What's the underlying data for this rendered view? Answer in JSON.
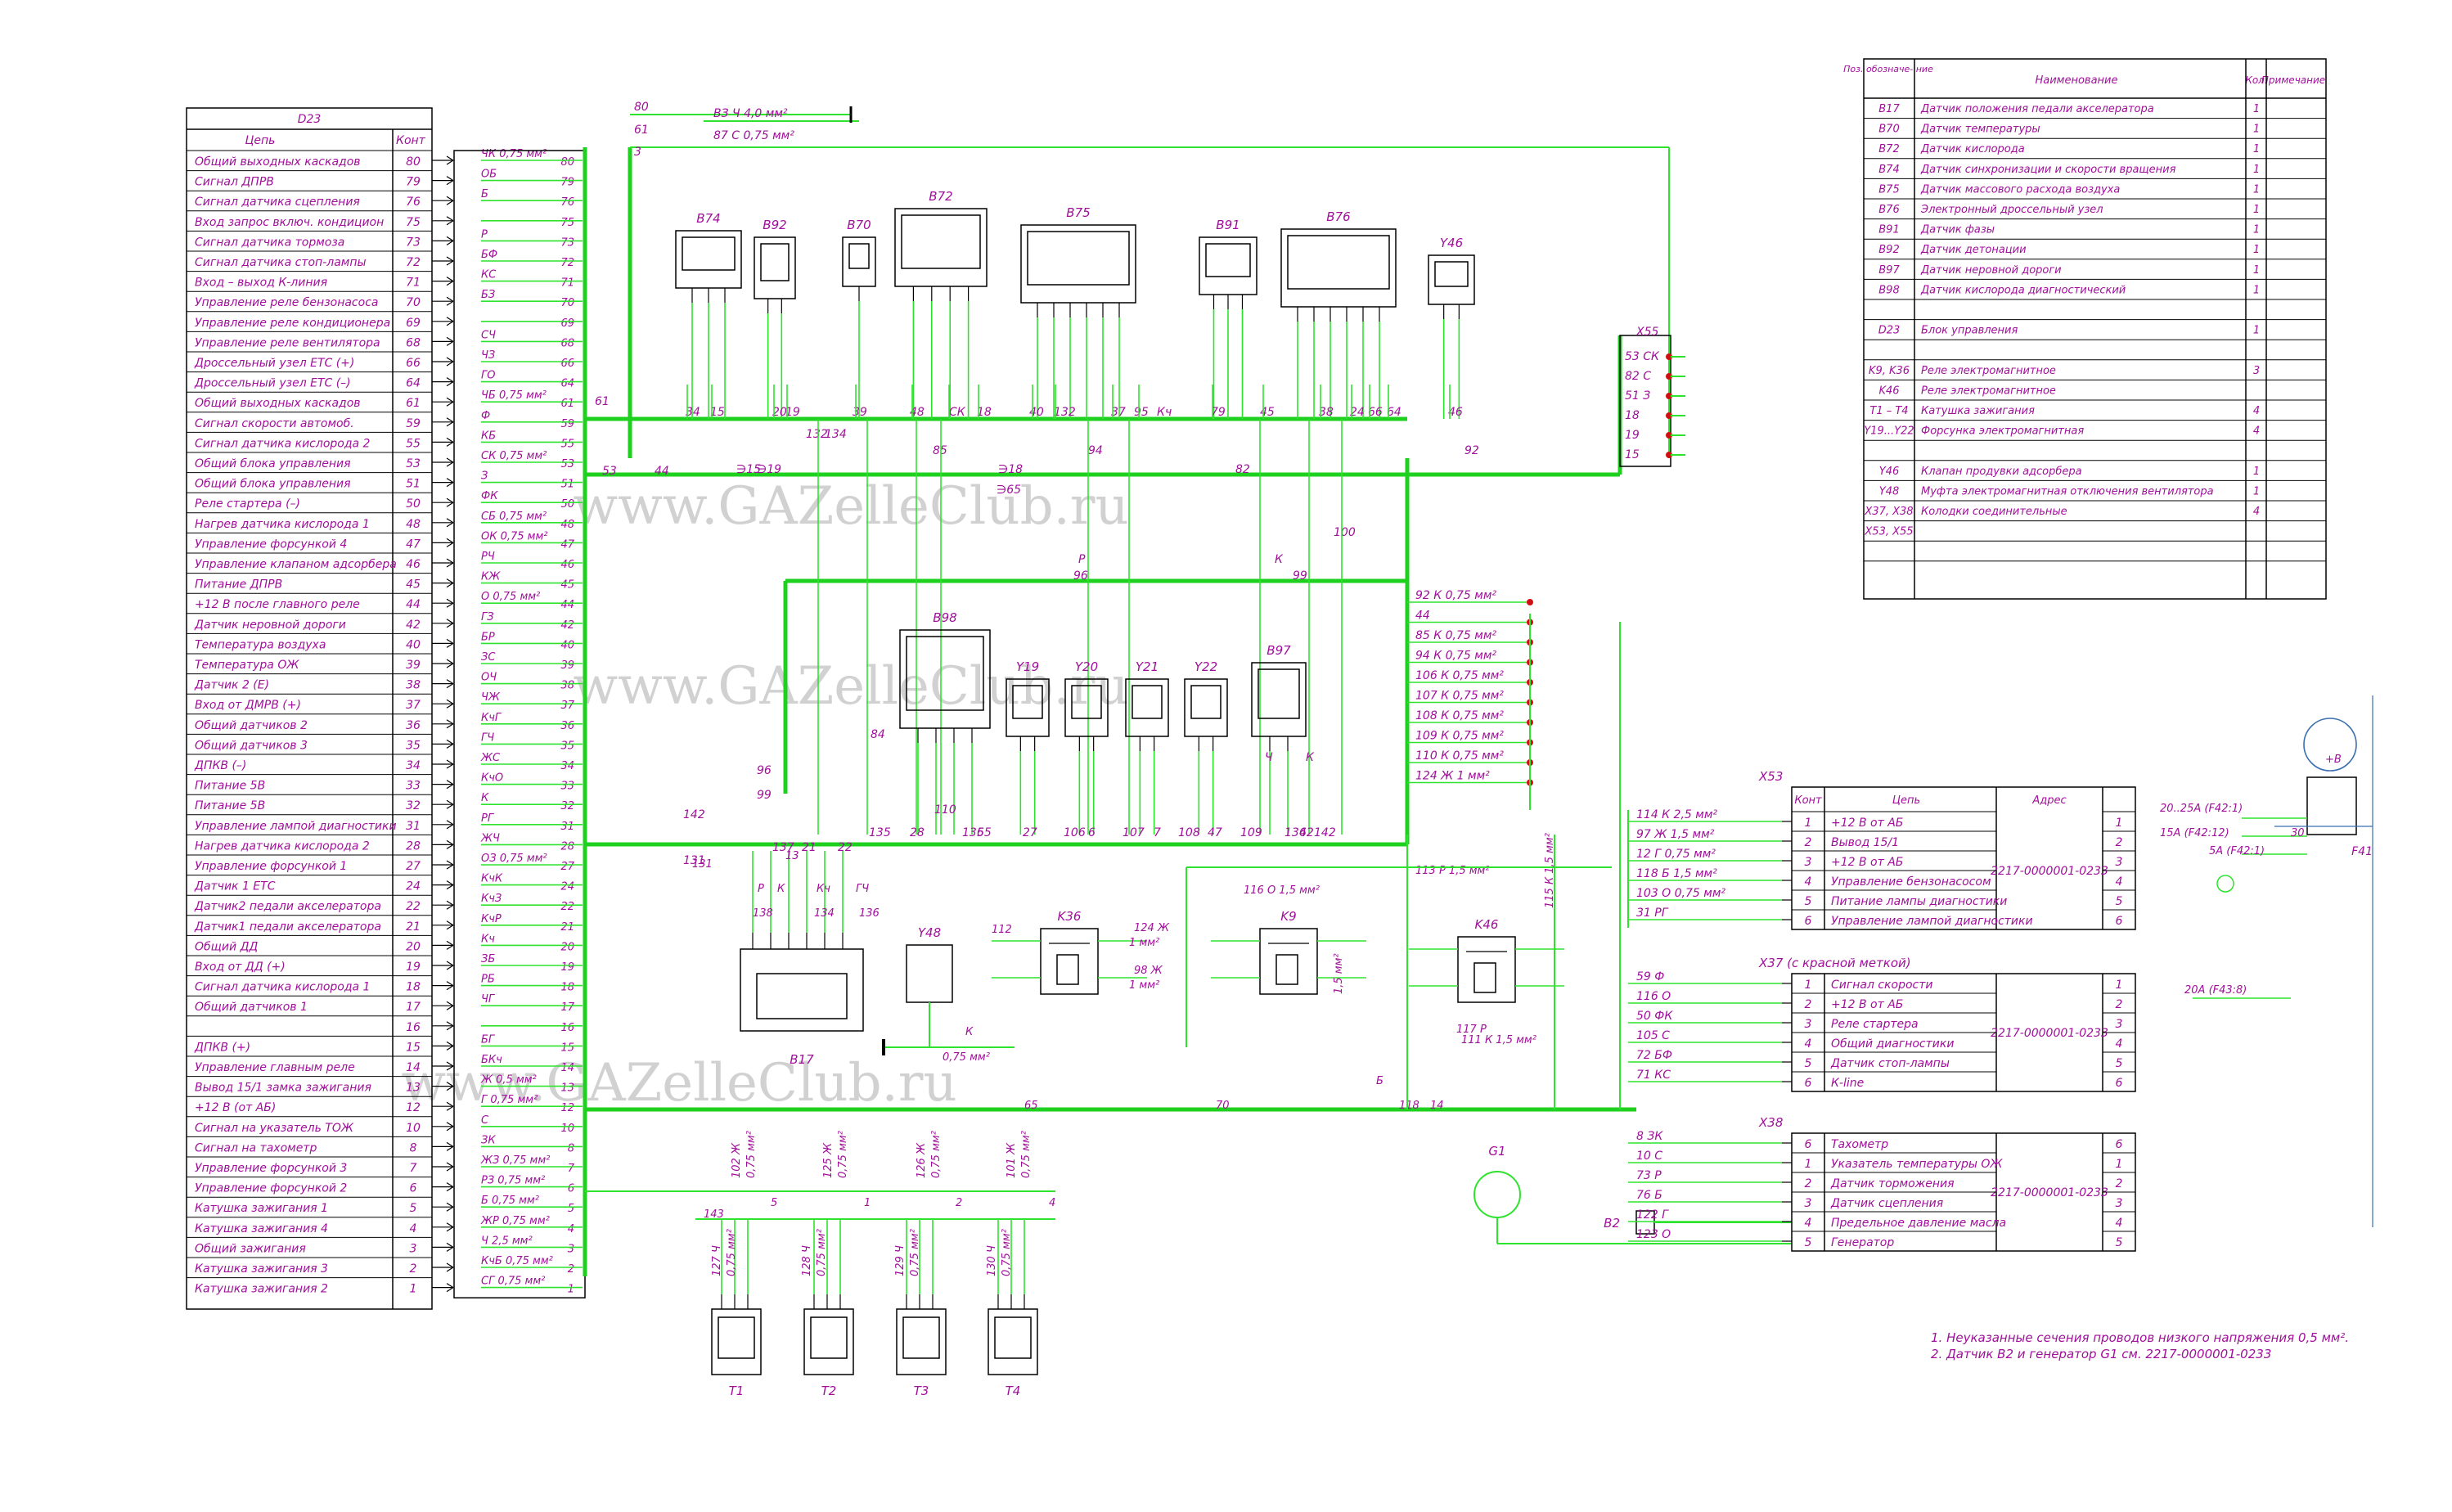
{
  "watermark": "www.GAZelleClub.ru",
  "colors": {
    "wire": "#2ee32e",
    "thick": "#1fd11f",
    "text": "#a0109a",
    "line": "#000000",
    "red": "#d01010"
  },
  "d23": {
    "title": "D23",
    "col_circuit": "Цепь",
    "col_contact": "Конт",
    "rows": [
      {
        "c": "Общий выходных каскадов",
        "k": "80",
        "w": "ЧК 0,75 мм²"
      },
      {
        "c": "Сигнал ДПРВ",
        "k": "79",
        "w": "ОБ"
      },
      {
        "c": "Сигнал датчика сцепления",
        "k": "76",
        "w": "Б"
      },
      {
        "c": "Вход запрос включ. кондицион",
        "k": "75",
        "w": ""
      },
      {
        "c": "Сигнал датчика тормоза",
        "k": "73",
        "w": "Р"
      },
      {
        "c": "Сигнал датчика стоп-лампы",
        "k": "72",
        "w": "БФ"
      },
      {
        "c": "Вход – выход К-линия",
        "k": "71",
        "w": "КС"
      },
      {
        "c": "Управление реле бензонасоса",
        "k": "70",
        "w": "БЗ"
      },
      {
        "c": "Управление реле кондиционера",
        "k": "69",
        "w": ""
      },
      {
        "c": "Управление реле вентилятора",
        "k": "68",
        "w": "СЧ"
      },
      {
        "c": "Дроссельный узел ЕТС (+)",
        "k": "66",
        "w": "ЧЗ"
      },
      {
        "c": "Дроссельный узел ЕТС (–)",
        "k": "64",
        "w": "ГО"
      },
      {
        "c": "Общий выходных каскадов",
        "k": "61",
        "w": "ЧБ 0,75 мм²"
      },
      {
        "c": "Сигнал скорости автомоб.",
        "k": "59",
        "w": "Ф"
      },
      {
        "c": "Сигнал датчика кислорода 2",
        "k": "55",
        "w": "КБ"
      },
      {
        "c": "Общий блока управления",
        "k": "53",
        "w": "СК 0,75 мм²"
      },
      {
        "c": "Общий блока управления",
        "k": "51",
        "w": "З"
      },
      {
        "c": "Реле стартера (–)",
        "k": "50",
        "w": "ФК"
      },
      {
        "c": "Нагрев датчика кислорода 1",
        "k": "48",
        "w": "СБ 0,75 мм²"
      },
      {
        "c": "Управление форсункой 4",
        "k": "47",
        "w": "ОК 0,75 мм²"
      },
      {
        "c": "Управление клапаном адсорбера",
        "k": "46",
        "w": "РЧ"
      },
      {
        "c": "Питание ДПРВ",
        "k": "45",
        "w": "КЖ"
      },
      {
        "c": "+12 В после главного реле",
        "k": "44",
        "w": "О 0,75 мм²"
      },
      {
        "c": "Датчик неровной дороги",
        "k": "42",
        "w": "ГЗ"
      },
      {
        "c": "Температура воздуха",
        "k": "40",
        "w": "БР"
      },
      {
        "c": "Температура ОЖ",
        "k": "39",
        "w": "ЗС"
      },
      {
        "c": "Датчик 2 (Е)",
        "k": "38",
        "w": "ОЧ"
      },
      {
        "c": "Вход от ДМРВ (+)",
        "k": "37",
        "w": "ЧЖ"
      },
      {
        "c": "Общий датчиков 2",
        "k": "36",
        "w": "КчГ"
      },
      {
        "c": "Общий датчиков 3",
        "k": "35",
        "w": "ГЧ"
      },
      {
        "c": "ДПКВ (–)",
        "k": "34",
        "w": "ЖС"
      },
      {
        "c": "Питание 5В",
        "k": "33",
        "w": "КчО"
      },
      {
        "c": "Питание 5В",
        "k": "32",
        "w": "К"
      },
      {
        "c": "Управление лампой диагностики",
        "k": "31",
        "w": "РГ"
      },
      {
        "c": "Нагрев датчика кислорода 2",
        "k": "28",
        "w": "ЖЧ"
      },
      {
        "c": "Управление форсункой 1",
        "k": "27",
        "w": "ОЗ 0,75 мм²"
      },
      {
        "c": "Датчик 1 ЕТС",
        "k": "24",
        "w": "КчК"
      },
      {
        "c": "Датчик2 педали акселератора",
        "k": "22",
        "w": "КчЗ"
      },
      {
        "c": "Датчик1 педали акселератора",
        "k": "21",
        "w": "КчР"
      },
      {
        "c": "Общий ДД",
        "k": "20",
        "w": "Кч"
      },
      {
        "c": "Вход от ДД (+)",
        "k": "19",
        "w": "ЗБ"
      },
      {
        "c": "Сигнал датчика кислорода 1",
        "k": "18",
        "w": "РБ"
      },
      {
        "c": "Общий датчиков 1",
        "k": "17",
        "w": "ЧГ"
      },
      {
        "c": "",
        "k": "16",
        "w": ""
      },
      {
        "c": "ДПКВ (+)",
        "k": "15",
        "w": "БГ"
      },
      {
        "c": "Управление главным реле",
        "k": "14",
        "w": "БКч"
      },
      {
        "c": "Вывод 15/1 замка зажигания",
        "k": "13",
        "w": "Ж 0,5 мм²"
      },
      {
        "c": "+12 В (от АБ)",
        "k": "12",
        "w": "Г 0,75 мм²"
      },
      {
        "c": "Сигнал на указатель ТОЖ",
        "k": "10",
        "w": "С"
      },
      {
        "c": "Сигнал на тахометр",
        "k": "8",
        "w": "ЗК"
      },
      {
        "c": "Управление форсункой 3",
        "k": "7",
        "w": "ЖЗ 0,75 мм²"
      },
      {
        "c": "Управление форсункой 2",
        "k": "6",
        "w": "РЗ 0,75 мм²"
      },
      {
        "c": "Катушка зажигания 1",
        "k": "5",
        "w": "Б 0,75 мм²"
      },
      {
        "c": "Катушка зажигания 4",
        "k": "4",
        "w": "ЖР 0,75 мм²"
      },
      {
        "c": "Общий зажигания",
        "k": "3",
        "w": "Ч 2,5 мм²"
      },
      {
        "c": "Катушка зажигания 3",
        "k": "2",
        "w": "КчБ 0,75 мм²"
      },
      {
        "c": "Катушка зажигания 2",
        "k": "1",
        "w": "СГ 0,75 мм²"
      }
    ]
  },
  "legend": {
    "h_pos": "Поз. обозначе- ние",
    "h_name": "Наименование",
    "h_qty": "Кол.",
    "h_note": "Примечание",
    "rows": [
      {
        "p": "B17",
        "n": "Датчик положения педали акселератора",
        "q": "1"
      },
      {
        "p": "B70",
        "n": "Датчик температуры",
        "q": "1"
      },
      {
        "p": "B72",
        "n": "Датчик кислорода",
        "q": "1"
      },
      {
        "p": "B74",
        "n": "Датчик синхронизации и скорости вращения",
        "q": "1"
      },
      {
        "p": "B75",
        "n": "Датчик массового расхода воздуха",
        "q": "1"
      },
      {
        "p": "B76",
        "n": "Электронный дроссельный узел",
        "q": "1"
      },
      {
        "p": "B91",
        "n": "Датчик фазы",
        "q": "1"
      },
      {
        "p": "B92",
        "n": "Датчик детонации",
        "q": "1"
      },
      {
        "p": "B97",
        "n": "Датчик неровной дороги",
        "q": "1"
      },
      {
        "p": "B98",
        "n": "Датчик кислорода диагностический",
        "q": "1"
      },
      {
        "p": "",
        "n": "",
        "q": ""
      },
      {
        "p": "D23",
        "n": "Блок управления",
        "q": "1"
      },
      {
        "p": "",
        "n": "",
        "q": ""
      },
      {
        "p": "K9, K36",
        "n": "Реле электромагнитное",
        "q": "3"
      },
      {
        "p": "K46",
        "n": "Реле электромагнитное",
        "q": ""
      },
      {
        "p": "T1 – T4",
        "n": "Катушка зажигания",
        "q": "4"
      },
      {
        "p": "Y19...Y22",
        "n": "Форсунка электромагнитная",
        "q": "4"
      },
      {
        "p": "",
        "n": "",
        "q": ""
      },
      {
        "p": "Y46",
        "n": "Клапан продувки адсорбера",
        "q": "1"
      },
      {
        "p": "Y48",
        "n": "Муфта электромагнитная отключения вентилятора",
        "q": "1"
      },
      {
        "p": "X37, X38",
        "n": "Колодки соединительные",
        "q": "4"
      },
      {
        "p": "X53, X55",
        "n": "",
        "q": ""
      },
      {
        "p": "",
        "n": "",
        "q": ""
      },
      {
        "p": "",
        "n": "",
        "q": ""
      }
    ]
  },
  "x53": {
    "label": "X53",
    "h_k": "Конт",
    "h_c": "Цепь",
    "h_a": "Адрес",
    "addr": "2217-0000001-0233",
    "rows": [
      {
        "k": "1",
        "c": "+12 В от АБ",
        "n": "1",
        "w": "114 К 2,5 мм²"
      },
      {
        "k": "2",
        "c": "Вывод 15/1",
        "n": "2",
        "w": "97 Ж 1,5 мм²"
      },
      {
        "k": "3",
        "c": "+12 В от АБ",
        "n": "3",
        "w": "12 Г 0,75 мм²"
      },
      {
        "k": "4",
        "c": "Управление бензонасосом",
        "n": "4",
        "w": "118 Б 1,5 мм²"
      },
      {
        "k": "5",
        "c": "Питание лампы диагностики",
        "n": "5",
        "w": "103 О 0,75 мм²"
      },
      {
        "k": "6",
        "c": "Управление лампой диагностики",
        "n": "6",
        "w": "31 РГ"
      }
    ]
  },
  "x37": {
    "label": "X37 (с красной меткой)",
    "addr": "2217-0000001-0233",
    "rows": [
      {
        "k": "1",
        "c": "Сигнал скорости",
        "n": "1",
        "w": "59 Ф"
      },
      {
        "k": "2",
        "c": "+12 В от АБ",
        "n": "2",
        "w": "116 О"
      },
      {
        "k": "3",
        "c": "Реле стартера",
        "n": "3",
        "w": "50 ФК"
      },
      {
        "k": "4",
        "c": "Общий диагностики",
        "n": "4",
        "w": "105 С"
      },
      {
        "k": "5",
        "c": "Датчик стоп-лампы",
        "n": "5",
        "w": "72 БФ"
      },
      {
        "k": "6",
        "c": "К-line",
        "n": "6",
        "w": "71 КС"
      }
    ]
  },
  "x38": {
    "label": "X38",
    "addr": "2217-0000001-0233",
    "rows": [
      {
        "k": "6",
        "c": "Тахометр",
        "n": "6",
        "w": "8 ЗК"
      },
      {
        "k": "1",
        "c": "Указатель температуры ОЖ",
        "n": "1",
        "w": "10 С"
      },
      {
        "k": "2",
        "c": "Датчик торможения",
        "n": "2",
        "w": "73 Р"
      },
      {
        "k": "3",
        "c": "Датчик сцепления",
        "n": "3",
        "w": "76 Б"
      },
      {
        "k": "4",
        "c": "Предельное давление масла",
        "n": "4",
        "w": "122 Г"
      },
      {
        "k": "5",
        "c": "Генератор",
        "n": "5",
        "w": "123 О"
      }
    ]
  },
  "x55": {
    "label": "X55",
    "rows": [
      "53 СК",
      "82 С",
      "51 З",
      "18",
      "19",
      "15"
    ]
  },
  "k_labels": [
    "92 К 0,75 мм²",
    "44",
    "85 К 0,75 мм²",
    "94 К 0,75 мм²",
    "106 К 0,75 мм²",
    "107 К 0,75 мм²",
    "108 К 0,75 мм²",
    "109 К 0,75 мм²",
    "110 К 0,75 мм²",
    "124 Ж 1 мм²"
  ],
  "top_wires": {
    "w80": "80",
    "w61": "61",
    "w3": "3",
    "b3": "ВЗ Ч 4,0 мм²",
    "b7": "87 С 0,75 мм²"
  },
  "components": {
    "B74": "B74",
    "B92": "B92",
    "B70": "B70",
    "B72": "B72",
    "B75": "B75",
    "B91": "B91",
    "B76": "B76",
    "Y46": "Y46",
    "B98": "B98",
    "Y19": "Y19",
    "Y20": "Y20",
    "Y21": "Y21",
    "Y22": "Y22",
    "B97": "B97",
    "B17": "B17",
    "Y48": "Y48",
    "K36": "K36",
    "K9": "K9",
    "K46": "K46",
    "G1": "G1",
    "B2": "B2",
    "T1": "T1",
    "T2": "T2",
    "T3": "T3",
    "T4": "T4",
    "F41": "F41"
  },
  "wire_numbers": {
    "row1": [
      "34",
      "15",
      "20",
      "19",
      "39",
      "48",
      "СК",
      "18",
      "40",
      "132",
      "37",
      "95",
      "Кч",
      "79",
      "45",
      "38",
      "24",
      "66",
      "64",
      "46"
    ],
    "row2": [
      "61",
      "53",
      "44",
      "∋15",
      "∋19",
      "132",
      "134",
      "∋18",
      "85",
      "94",
      "82",
      "92",
      "∋65",
      "100"
    ],
    "mid": [
      "Р",
      "96",
      "К",
      "99",
      "84",
      "96",
      "99",
      "142",
      "131",
      "137",
      "21",
      "22",
      "135",
      "28",
      "110",
      "136",
      "55",
      "27",
      "106",
      "6",
      "107",
      "7",
      "108",
      "47",
      "109",
      "136",
      "42",
      "142",
      "Ч",
      "К"
    ],
    "b17": [
      "Р",
      "К",
      "Кч",
      "ГЧ",
      "138",
      "13",
      "134",
      "136",
      "131"
    ],
    "relays": [
      "112",
      "124 Ж",
      "1 мм²",
      "98 Ж",
      "1 мм²",
      "116 О 1,5 мм²",
      "113 Р 1,5 мм²",
      "117 Р",
      "111 К 1,5 мм²",
      "115 К 1,5 мм²",
      "1,5 мм²",
      "Б",
      "118",
      "14",
      "70",
      "65",
      "0,75 мм²",
      "К"
    ],
    "coils": [
      "102 Ж",
      "0,75 мм²",
      "125 Ж",
      "0,75 мм²",
      "126 Ж",
      "0,75 мм²",
      "101 Ж",
      "0,75 мм²",
      "143",
      "127 Ч",
      "0,75 мм²",
      "128 Ч",
      "0,75 мм²",
      "129 Ч",
      "0,75 мм²",
      "130 Ч",
      "0,75 мм²",
      "5",
      "1",
      "2",
      "4"
    ],
    "f41": [
      "20..25А (F42:1)",
      "15А (F42:12)",
      "5А (F42:1)",
      "20А (F43:8)",
      "30",
      "+В"
    ]
  },
  "notes": [
    "1. Неуказанные сечения проводов низкого напряжения 0,5 мм².",
    "2. Датчик B2 и генератор G1 см. 2217-0000001-0233"
  ]
}
